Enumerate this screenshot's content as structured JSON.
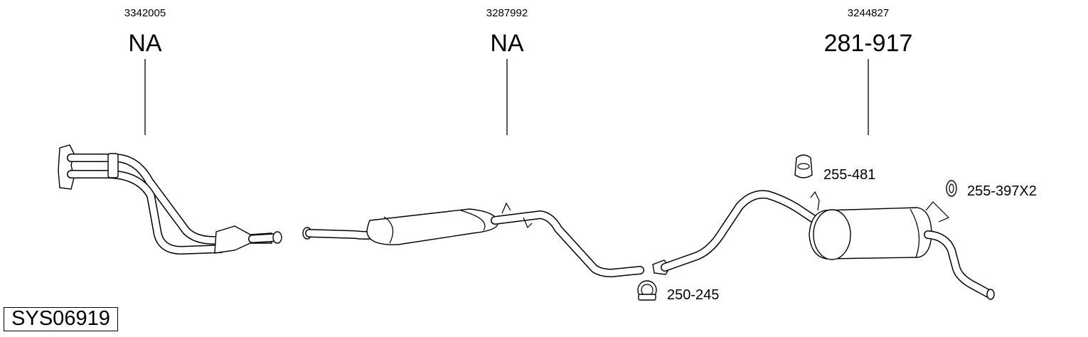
{
  "system_code": "SYS06919",
  "parts": [
    {
      "oe": "3342005",
      "number": "NA"
    },
    {
      "oe": "3287992",
      "number": "NA"
    },
    {
      "oe": "3244827",
      "number": "281-917"
    }
  ],
  "accessories": [
    {
      "number": "255-481",
      "icon": "rubber-mount-icon"
    },
    {
      "number": "255-397X2",
      "icon": "ring-gasket-icon"
    },
    {
      "number": "250-245",
      "icon": "pipe-clamp-icon"
    }
  ]
}
